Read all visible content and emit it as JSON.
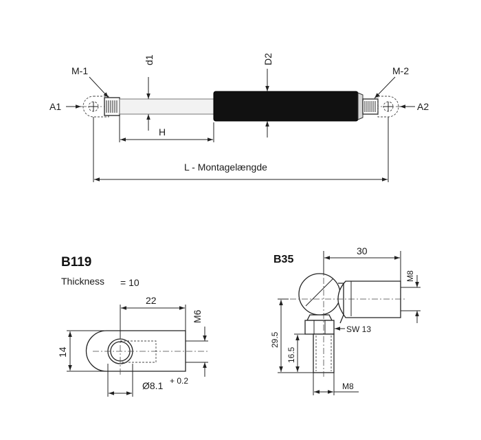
{
  "main_view": {
    "label_m1": "M-1",
    "label_m2": "M-2",
    "label_a1": "A1",
    "label_a2": "A2",
    "label_d1": "d1",
    "label_d2": "D2",
    "label_h": "H",
    "label_length": "L - Montagelængde"
  },
  "b119": {
    "title": "B119",
    "thickness_label": "Thickness",
    "thickness_value": "= 10",
    "dim_width": "22",
    "dim_thread": "M6",
    "dim_height": "14",
    "dim_hole": "Ø8.1",
    "dim_hole_tol": "+ 0.2"
  },
  "b35": {
    "title": "B35",
    "dim_length": "30",
    "dim_thread_side": "M8",
    "dim_wrench": "SW 13",
    "dim_total_height": "29.5",
    "dim_stud_height": "16.5",
    "dim_thread_bottom": "M8"
  },
  "colors": {
    "cylinder": "#111111",
    "line": "#222222"
  }
}
